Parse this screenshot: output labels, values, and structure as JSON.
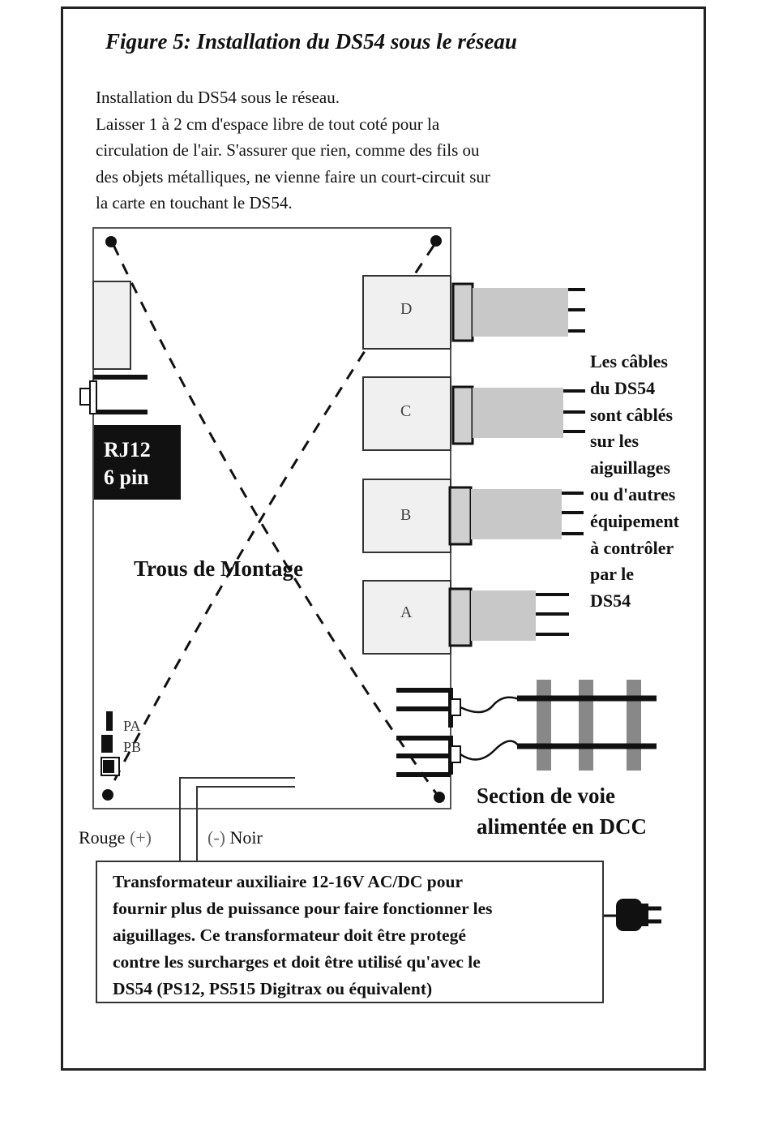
{
  "title": "Figure 5: Installation du DS54 sous le réseau",
  "intro_lines": [
    "Installation du DS54 sous le réseau.",
    "Laisser 1 à 2 cm d'espace libre de tout coté pour la",
    "circulation de l'air. S'assurer que rien, comme des fils ou",
    "des objets métalliques, ne vienne faire un court-circuit sur",
    "la carte en touchant le DS54."
  ],
  "rj12_lines": [
    "RJ12",
    "6 pin"
  ],
  "ports": [
    "D",
    "C",
    "B",
    "A"
  ],
  "mounting_holes_label": "Trous de Montage",
  "cables_lines": [
    "Les câbles",
    "du DS54",
    "sont câblés",
    "sur les",
    "aiguillages",
    "ou d'autres",
    "équipement",
    "à contrôler",
    "par le",
    "DS54"
  ],
  "pa_label": "PA",
  "pb_label": "PB",
  "track_lines": [
    "Section de voie",
    "alimentée en DCC"
  ],
  "wire_left": {
    "name": "Rouge",
    "sign": "(+)"
  },
  "wire_right": {
    "sign": "(-)",
    "name": "Noir"
  },
  "transformer_lines": [
    "Transformateur auxiliaire 12-16V AC/DC pour",
    "fournir plus de puissance pour faire fonctionner les",
    "aiguillages. Ce transformateur doit être protegé",
    "contre les surcharges et doit être utilisé qu'avec le",
    "DS54 (PS12, PS515 Digitrax ou équivalent)"
  ],
  "colors": {
    "line": "#111111",
    "cable_fill": "#c8c8c8",
    "port_fill": "#f0f0f0",
    "rail_tie": "#888888"
  }
}
